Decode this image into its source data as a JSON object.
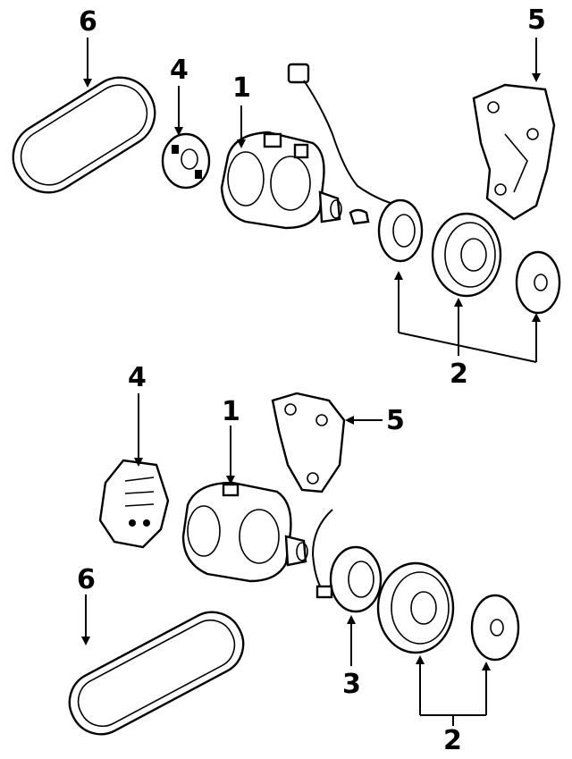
{
  "colors": {
    "line": "#000000",
    "background": "#ffffff"
  },
  "upper_assembly": {
    "callouts": [
      {
        "id": "belt",
        "label": "6"
      },
      {
        "id": "cover",
        "label": "4"
      },
      {
        "id": "compressor",
        "label": "1"
      },
      {
        "id": "bracket",
        "label": "5"
      },
      {
        "id": "clutch",
        "label": "2"
      }
    ]
  },
  "lower_assembly": {
    "callouts": [
      {
        "id": "cover",
        "label": "4"
      },
      {
        "id": "compressor",
        "label": "1"
      },
      {
        "id": "bracket",
        "label": "5"
      },
      {
        "id": "belt",
        "label": "6"
      },
      {
        "id": "coil",
        "label": "3"
      },
      {
        "id": "clutch",
        "label": "2"
      }
    ]
  }
}
